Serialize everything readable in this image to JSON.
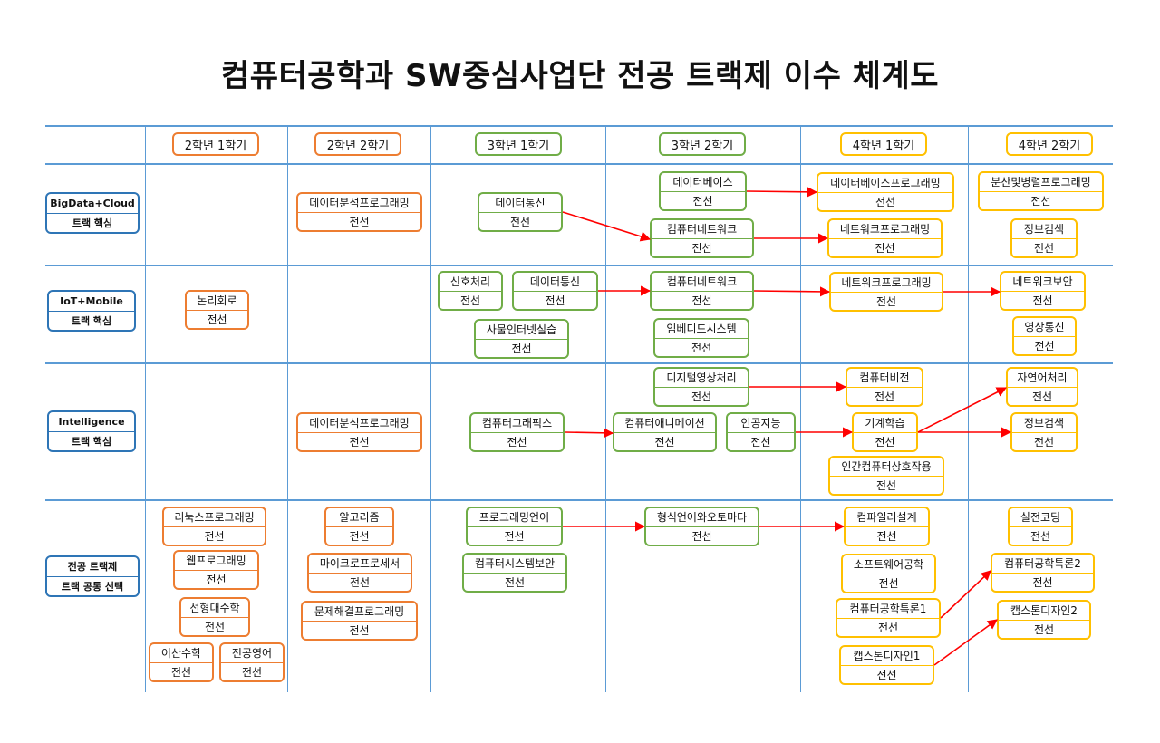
{
  "title": "컴퓨터공학과 SW중심사업단 전공 트랙제 이수 체계도",
  "colors": {
    "grid": "#5b9bd5",
    "sem2": "#ed7d31",
    "sem3": "#70ad47",
    "sem4": "#ffc000",
    "arrow": "#ff0000"
  },
  "semesters": [
    "2학년 1학기",
    "2학년 2학기",
    "3학년 1학기",
    "3학년 2학기",
    "4학년 1학기",
    "4학년 2학기"
  ],
  "tracks": [
    {
      "name": "BigData+Cloud",
      "sub": "트랙 핵심"
    },
    {
      "name": "IoT+Mobile",
      "sub": "트랙 핵심"
    },
    {
      "name": "Intelligence",
      "sub": "트랙 핵심"
    },
    {
      "name": "전공 트랙제",
      "sub": "트랙 공통 선택"
    }
  ],
  "courses": {
    "bd_da2": {
      "name": "데이터분석프로그래밍",
      "type": "전선"
    },
    "bd_comm3": {
      "name": "데이터통신",
      "type": "전선"
    },
    "bd_db": {
      "name": "데이터베이스",
      "type": "전선"
    },
    "bd_net": {
      "name": "컴퓨터네트워크",
      "type": "전선"
    },
    "bd_dbp": {
      "name": "데이터베이스프로그래밍",
      "type": "전선"
    },
    "bd_np": {
      "name": "네트워크프로그래밍",
      "type": "전선"
    },
    "bd_dist": {
      "name": "분산및병렬프로그래밍",
      "type": "전선"
    },
    "bd_ir": {
      "name": "정보검색",
      "type": "전선"
    },
    "io_logic": {
      "name": "논리회로",
      "type": "전선"
    },
    "io_sig": {
      "name": "신호처리",
      "type": "전선"
    },
    "io_comm": {
      "name": "데이터통신",
      "type": "전선"
    },
    "io_iot": {
      "name": "사물인터넷실습",
      "type": "전선"
    },
    "io_net": {
      "name": "컴퓨터네트워크",
      "type": "전선"
    },
    "io_emb": {
      "name": "임베디드시스템",
      "type": "전선"
    },
    "io_np": {
      "name": "네트워크프로그래밍",
      "type": "전선"
    },
    "io_sec": {
      "name": "네트워크보안",
      "type": "전선"
    },
    "io_vid": {
      "name": "영상통신",
      "type": "전선"
    },
    "in_da2": {
      "name": "데이터분석프로그래밍",
      "type": "전선"
    },
    "in_cg": {
      "name": "컴퓨터그래픽스",
      "type": "전선"
    },
    "in_dip": {
      "name": "디지털영상처리",
      "type": "전선"
    },
    "in_anim": {
      "name": "컴퓨터애니메이션",
      "type": "전선"
    },
    "in_ai": {
      "name": "인공지능",
      "type": "전선"
    },
    "in_cv": {
      "name": "컴퓨터비전",
      "type": "전선"
    },
    "in_ml": {
      "name": "기계학습",
      "type": "전선"
    },
    "in_hci": {
      "name": "인간컴퓨터상호작용",
      "type": "전선"
    },
    "in_nlp": {
      "name": "자연어처리",
      "type": "전선"
    },
    "in_ir": {
      "name": "정보검색",
      "type": "전선"
    },
    "co_linux": {
      "name": "리눅스프로그래밍",
      "type": "전선"
    },
    "co_web": {
      "name": "웹프로그래밍",
      "type": "전선"
    },
    "co_la": {
      "name": "선형대수학",
      "type": "전선"
    },
    "co_dm": {
      "name": "이산수학",
      "type": "전선"
    },
    "co_eng": {
      "name": "전공영어",
      "type": "전선"
    },
    "co_algo": {
      "name": "알고리즘",
      "type": "전선"
    },
    "co_micro": {
      "name": "마이크로프로세서",
      "type": "전선"
    },
    "co_ps": {
      "name": "문제해결프로그래밍",
      "type": "전선"
    },
    "co_pl": {
      "name": "프로그래밍언어",
      "type": "전선"
    },
    "co_syssec": {
      "name": "컴퓨터시스템보안",
      "type": "전선"
    },
    "co_auto": {
      "name": "형식언어와오토마타",
      "type": "전선"
    },
    "co_comp": {
      "name": "컴파일러설계",
      "type": "전선"
    },
    "co_se": {
      "name": "소프트웨어공학",
      "type": "전선"
    },
    "co_sem1": {
      "name": "컴퓨터공학특론1",
      "type": "전선"
    },
    "co_cap1": {
      "name": "캡스톤디자인1",
      "type": "전선"
    },
    "co_prac": {
      "name": "실전코딩",
      "type": "전선"
    },
    "co_sem2": {
      "name": "컴퓨터공학특론2",
      "type": "전선"
    },
    "co_cap2": {
      "name": "캡스톤디자인2",
      "type": "전선"
    }
  }
}
